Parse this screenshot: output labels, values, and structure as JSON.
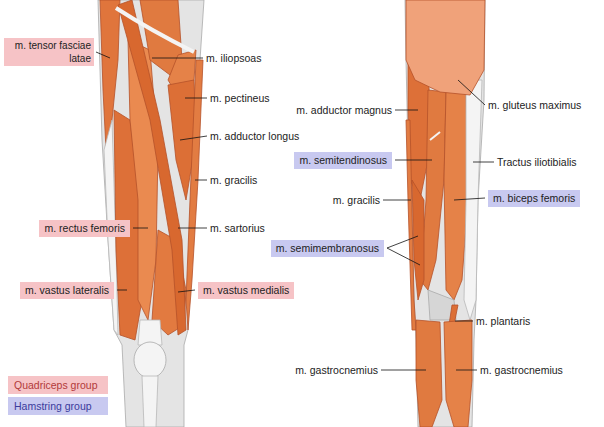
{
  "diagram": {
    "nodes": [
      {
        "text": [
          "m. tensor fasciae latae"
        ]
      },
      {
        "text": [
          "m. rectus femoris"
        ]
      },
      {
        "text": [
          "m. vastus lateralis"
        ]
      },
      {
        "text": [
          "m. vastus medialis"
        ]
      },
      {
        "text": [
          "m. semitendinosus"
        ]
      },
      {
        "text": [
          "m. biceps femoris"
        ]
      },
      {
        "text": [
          "m. semimembranosus"
        ]
      }
    ],
    "labels": [
      "m. iliopsoas",
      "m. pectineus",
      "m. adductor longus",
      "m. gracilis",
      "m. sartorius",
      "m. adductor magnus",
      "m. gluteus maximus",
      "Tractus iliotibialis",
      "m. gracilis",
      "m. plantaris",
      "m. gastrocnemius",
      "m. gastrocnemius"
    ],
    "legend": [
      {
        "text": "Quadriceps group",
        "color": "#f6c3c6"
      },
      {
        "text": "Hamstring group",
        "color": "#c8c9f0"
      }
    ]
  }
}
